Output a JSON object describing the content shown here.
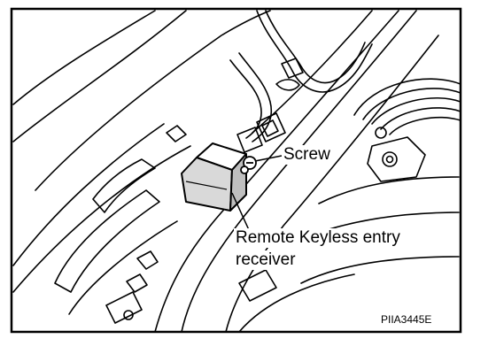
{
  "labels": {
    "screw": "Screw",
    "receiver_line1": "Remote Keyless entry",
    "receiver_line2": "receiver"
  },
  "figure_code": "PIIA3445E",
  "colors": {
    "ink": "#000000",
    "paper": "#ffffff",
    "shade": "#d9d9d9"
  }
}
